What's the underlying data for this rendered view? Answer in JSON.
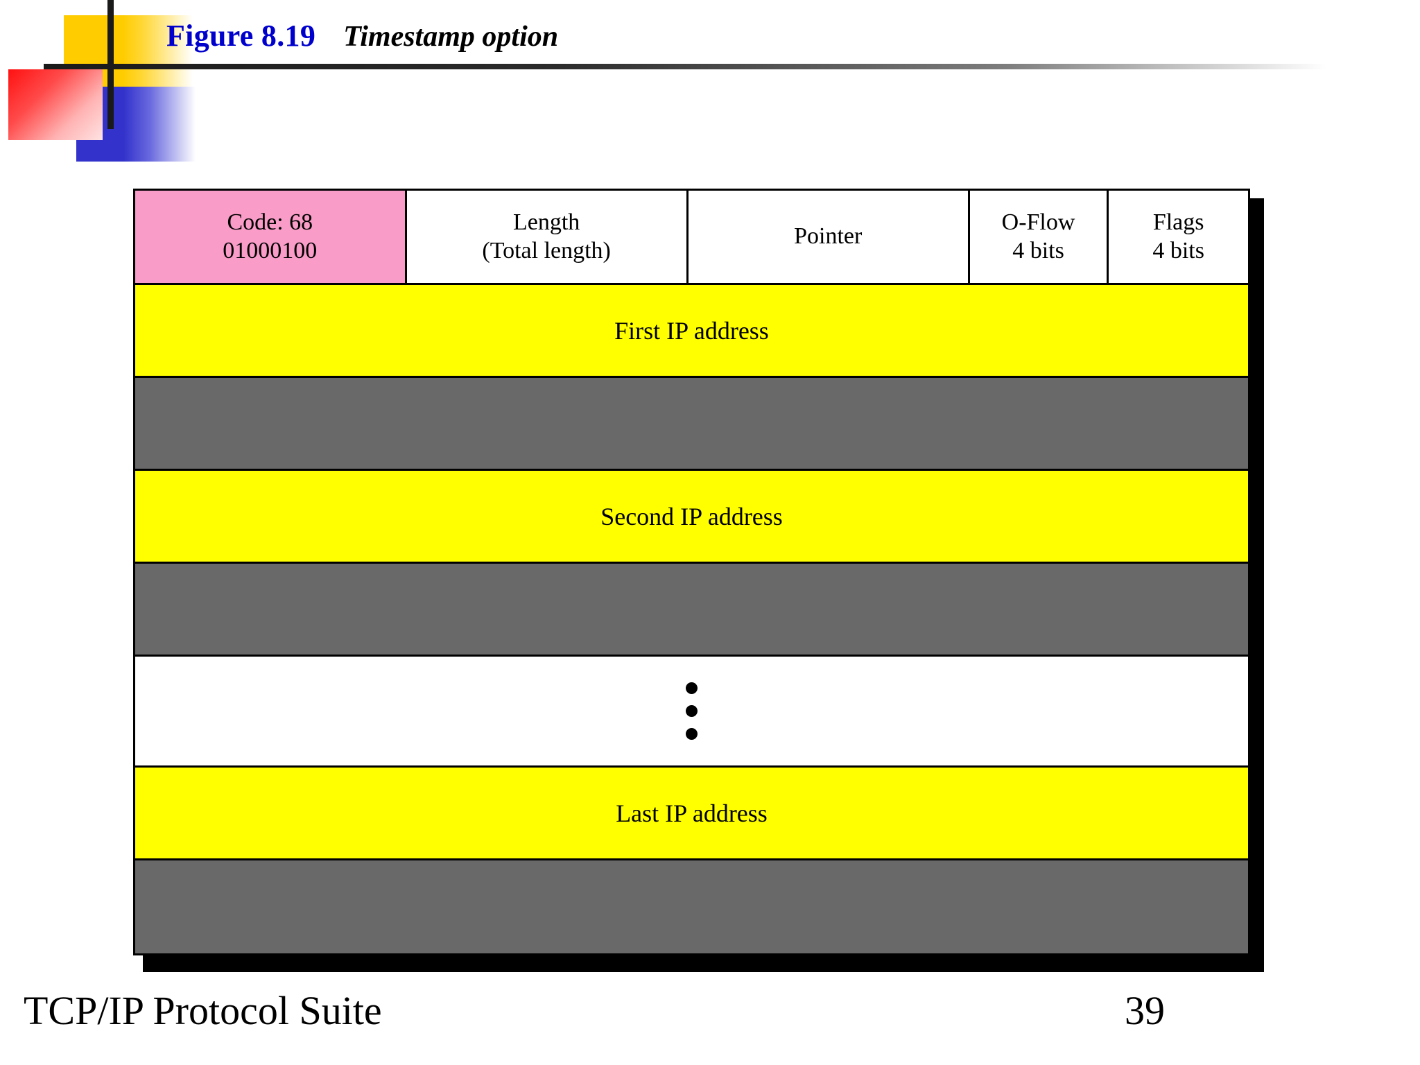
{
  "slide": {
    "title_figure": "Figure 8.19",
    "title_name": "Timestamp option",
    "footer_title": "TCP/IP Protocol Suite",
    "footer_page": "39"
  },
  "colors": {
    "title_figure": "#0000CC",
    "code_cell": "#F99CC8",
    "ip_band": "#FFFF00",
    "timestamp_band": "#696969",
    "border": "#000000",
    "deco_yellow": "#FFCC00",
    "deco_blue": "#3333CC",
    "deco_red": "#FF1111"
  },
  "diagram": {
    "header_row": [
      {
        "name": "code",
        "line1": "Code: 68",
        "line2": "01000100"
      },
      {
        "name": "length",
        "line1": "Length",
        "line2": "(Total length)"
      },
      {
        "name": "pointer",
        "line1": "Pointer",
        "line2": ""
      },
      {
        "name": "overflow",
        "line1": "O-Flow",
        "line2": "4 bits"
      },
      {
        "name": "flags",
        "line1": "Flags",
        "line2": "4 bits"
      }
    ],
    "bands": [
      {
        "name": "first-ip-address",
        "label": "First IP address",
        "style": "yellow"
      },
      {
        "name": "first-timestamp",
        "label": "",
        "style": "gray"
      },
      {
        "name": "second-ip-address",
        "label": "Second IP address",
        "style": "yellow"
      },
      {
        "name": "second-timestamp",
        "label": "",
        "style": "gray"
      },
      {
        "name": "ellipsis",
        "label": "",
        "style": "white"
      },
      {
        "name": "last-ip-address",
        "label": "Last IP address",
        "style": "yellow"
      },
      {
        "name": "last-timestamp",
        "label": "",
        "style": "gray"
      }
    ],
    "ellipsis_dot_count": 3
  }
}
